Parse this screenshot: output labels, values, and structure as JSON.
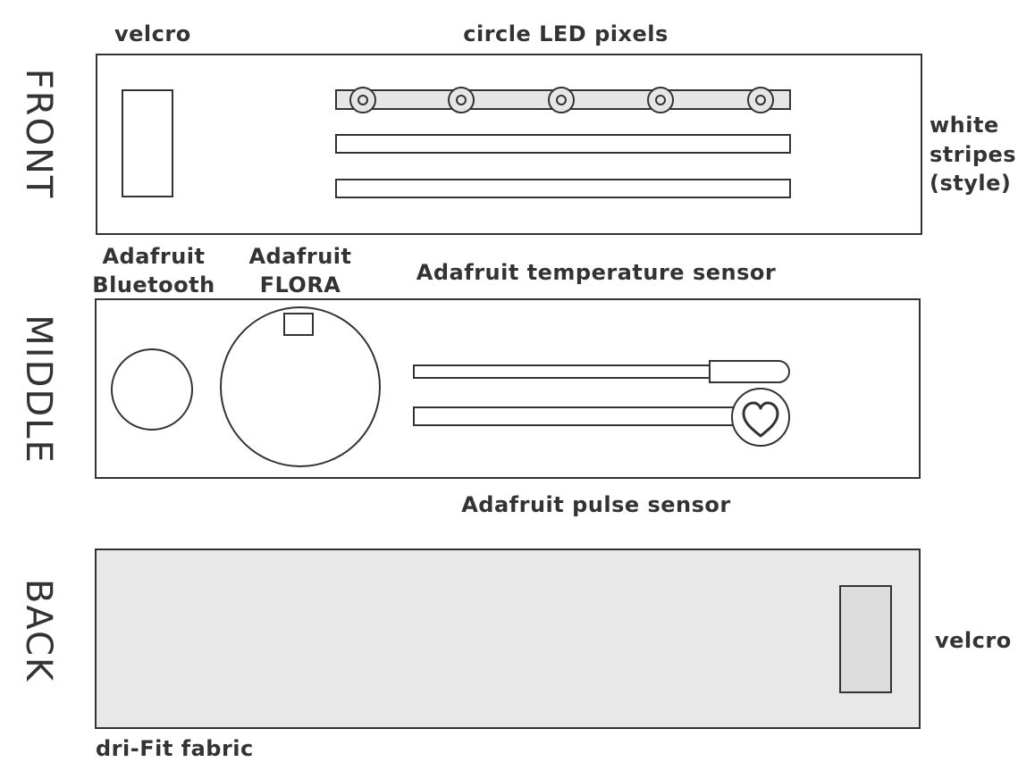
{
  "sides": {
    "front": "FRONT",
    "middle": "MIDDLE",
    "back": "BACK"
  },
  "labels": {
    "front_velcro": "velcro",
    "led_pixels": "circle LED pixels",
    "white_stripes_line1": "white",
    "white_stripes_line2": "stripes",
    "white_stripes_line3": "(style)",
    "bluetooth_line1": "Adafruit",
    "bluetooth_line2": "Bluetooth",
    "flora_line1": "Adafruit",
    "flora_line2": "FLORA",
    "temperature_sensor": "Adafruit temperature sensor",
    "pulse_sensor": "Adafruit pulse sensor",
    "back_velcro": "velcro",
    "fabric": "dri-Fit fabric"
  },
  "colors": {
    "outline": "#333333",
    "front_panel": "#ffffff",
    "middle_panel": "#ffffff",
    "back_panel": "#e8e8e8",
    "led_strip": "#e6e6e6",
    "back_velcro": "#dcdcdc"
  },
  "icons": {
    "pulse_symbol": "heart-icon"
  }
}
